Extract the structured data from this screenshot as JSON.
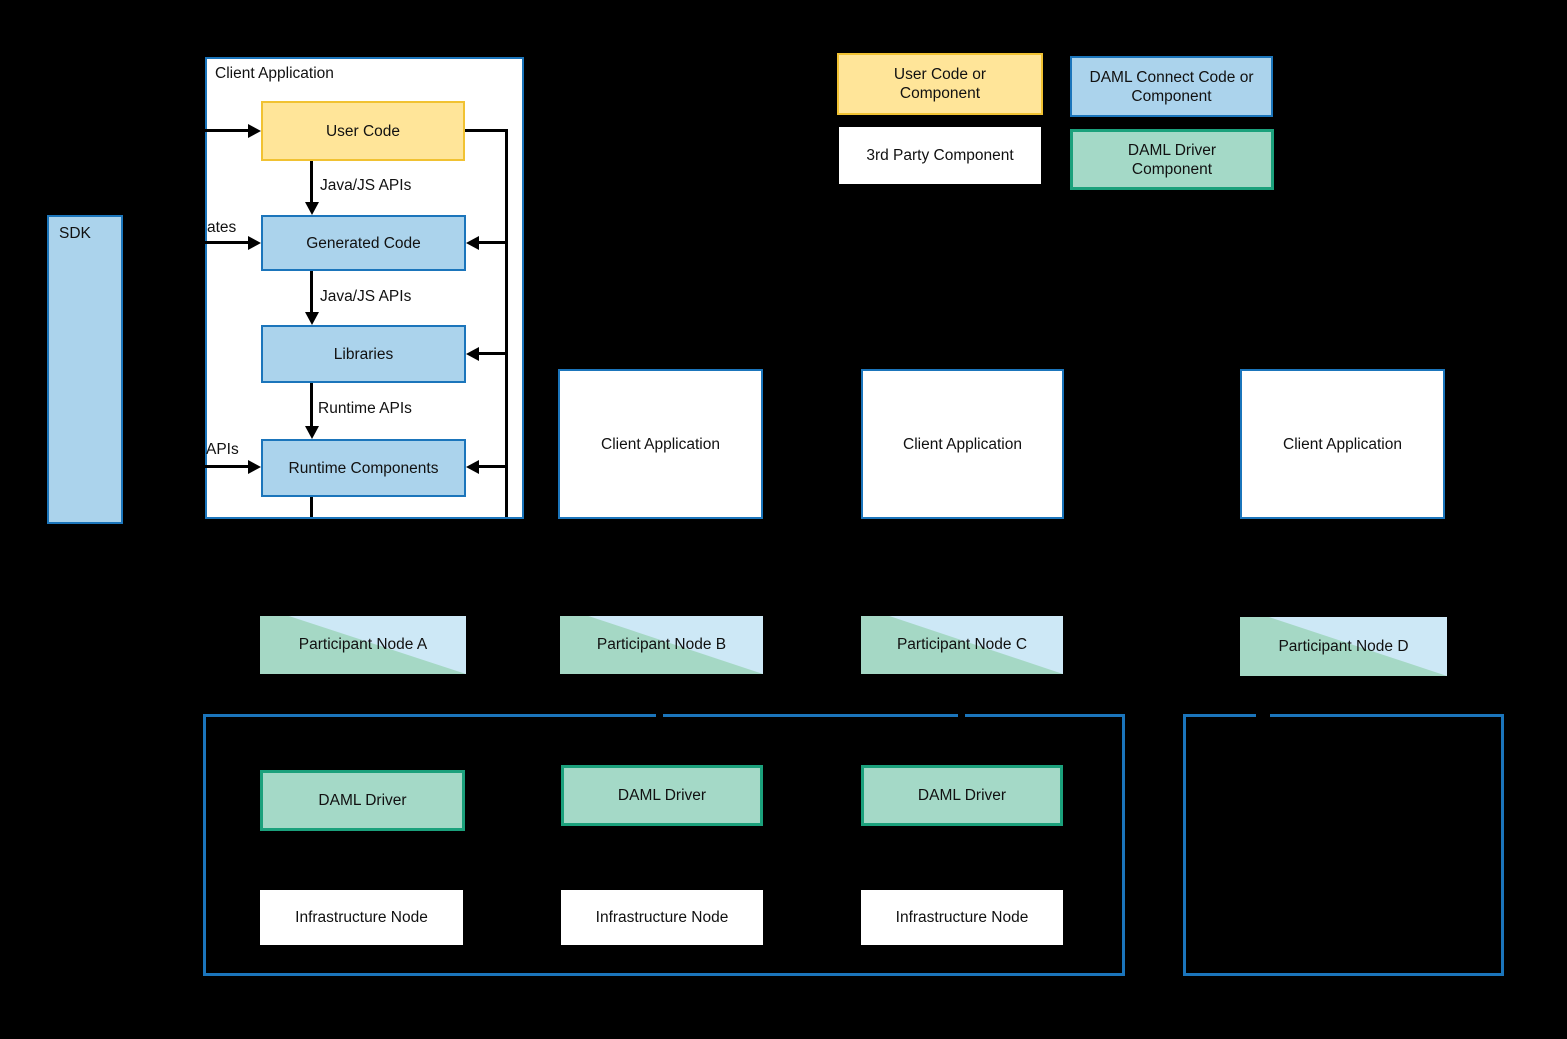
{
  "colors": {
    "background": "#000000",
    "blue_border": "#1b75bb",
    "blue_fill": "#abd3ec",
    "yellow_fill": "#ffe599",
    "yellow_border": "#f1c232",
    "green_fill": "#a4d9c7",
    "green_border": "#1ba17c",
    "participant_blue": "#cde8f6",
    "participant_green": "#a5d8c5",
    "white": "#ffffff",
    "line": "#000000"
  },
  "sdk": {
    "label": "SDK"
  },
  "main_client_app": {
    "title": "Client Application",
    "user_code": "User Code",
    "generated_code": "Generated Code",
    "libraries": "Libraries",
    "runtime_components": "Runtime Components",
    "api_label_1": "Java/JS APIs",
    "api_label_2": "Java/JS APIs",
    "api_label_3": "Runtime APIs",
    "partial_label_generates": "ates",
    "partial_label_apis": "APIs"
  },
  "legend": {
    "user_code": "User Code or Component",
    "daml_connect": "DAML Connect Code or Component",
    "third_party": "3rd Party Component",
    "daml_driver": "DAML Driver Component"
  },
  "client_apps": [
    {
      "label": "Client Application"
    },
    {
      "label": "Client Application"
    },
    {
      "label": "Client Application"
    }
  ],
  "participant_nodes": [
    {
      "label": "Participant Node A"
    },
    {
      "label": "Participant Node B"
    },
    {
      "label": "Participant Node C"
    },
    {
      "label": "Participant Node D"
    }
  ],
  "daml_drivers": [
    {
      "label": "DAML Driver"
    },
    {
      "label": "DAML Driver"
    },
    {
      "label": "DAML Driver"
    }
  ],
  "infrastructure_nodes": [
    {
      "label": "Infrastructure Node"
    },
    {
      "label": "Infrastructure Node"
    },
    {
      "label": "Infrastructure Node"
    }
  ]
}
